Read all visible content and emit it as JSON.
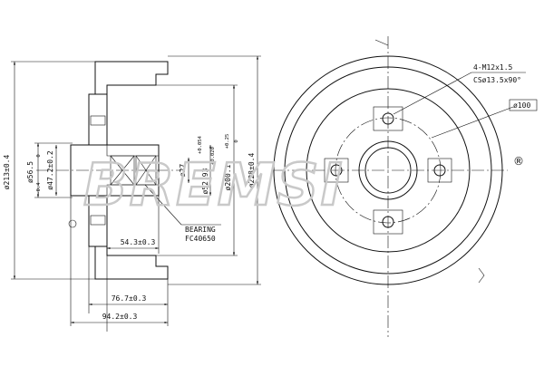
{
  "side_view": {
    "dim_outer_dia": "ø213±0.4",
    "dim_bore_dia": "ø56.5",
    "dim_bore_tol_top": "0",
    "dim_bore_tol_bot": "-0.4",
    "dim_hub_dia": "ø47.2±0.2",
    "dim_inner_27": "ø27",
    "dim_bearing_dia": "ø52.93",
    "dim_bearing_tol_top": "+0.054",
    "dim_bearing_tol_bot": "+0.020",
    "dim_drum_inner": "ø200.1",
    "dim_drum_inner_tol_top": "+0.25",
    "dim_drum_inner_tol_bot": "0",
    "dim_drum_outer": "ø228±0.4",
    "dim_54": "54.3±0.3",
    "dim_767": "76.7±0.3",
    "dim_942": "94.2±0.3",
    "bearing_label": "BEARING",
    "bearing_code": "FC40650"
  },
  "front_view": {
    "bolt_label_1": "4-M12x1.5",
    "bolt_label_2": "CSø13.5x90°",
    "pcd_label": "ø100"
  },
  "watermark": {
    "text": "BREMSI",
    "registered_mark": "®"
  }
}
